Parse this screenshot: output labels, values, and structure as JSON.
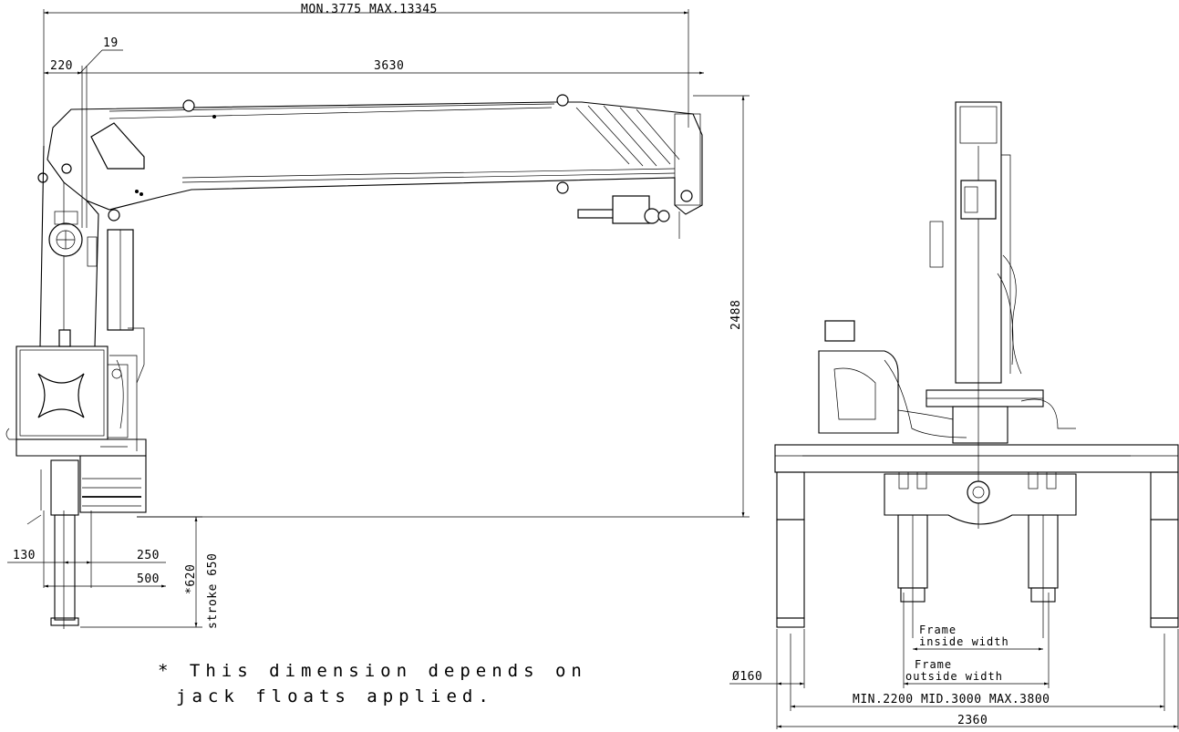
{
  "side_view": {
    "dim_total": "MON.3775 MAX.13345",
    "dim_19": "19",
    "dim_220": "220",
    "dim_3630": "3630",
    "dim_2488": "2488",
    "dim_130": "130",
    "dim_250": "250",
    "dim_500": "500",
    "dim_620": "*620",
    "dim_stroke": "stroke 650"
  },
  "note": {
    "line1": "* This dimension depends on",
    "line2": "jack floats applied."
  },
  "front_view": {
    "frame_inside_1": "Frame",
    "frame_inside_2": "inside width",
    "frame_outside_1": "Frame",
    "frame_outside_2": "outside width",
    "dim_dia": "Ø160",
    "dim_span": "MIN.2200 MID.3000 MAX.3800",
    "dim_2360": "2360"
  }
}
